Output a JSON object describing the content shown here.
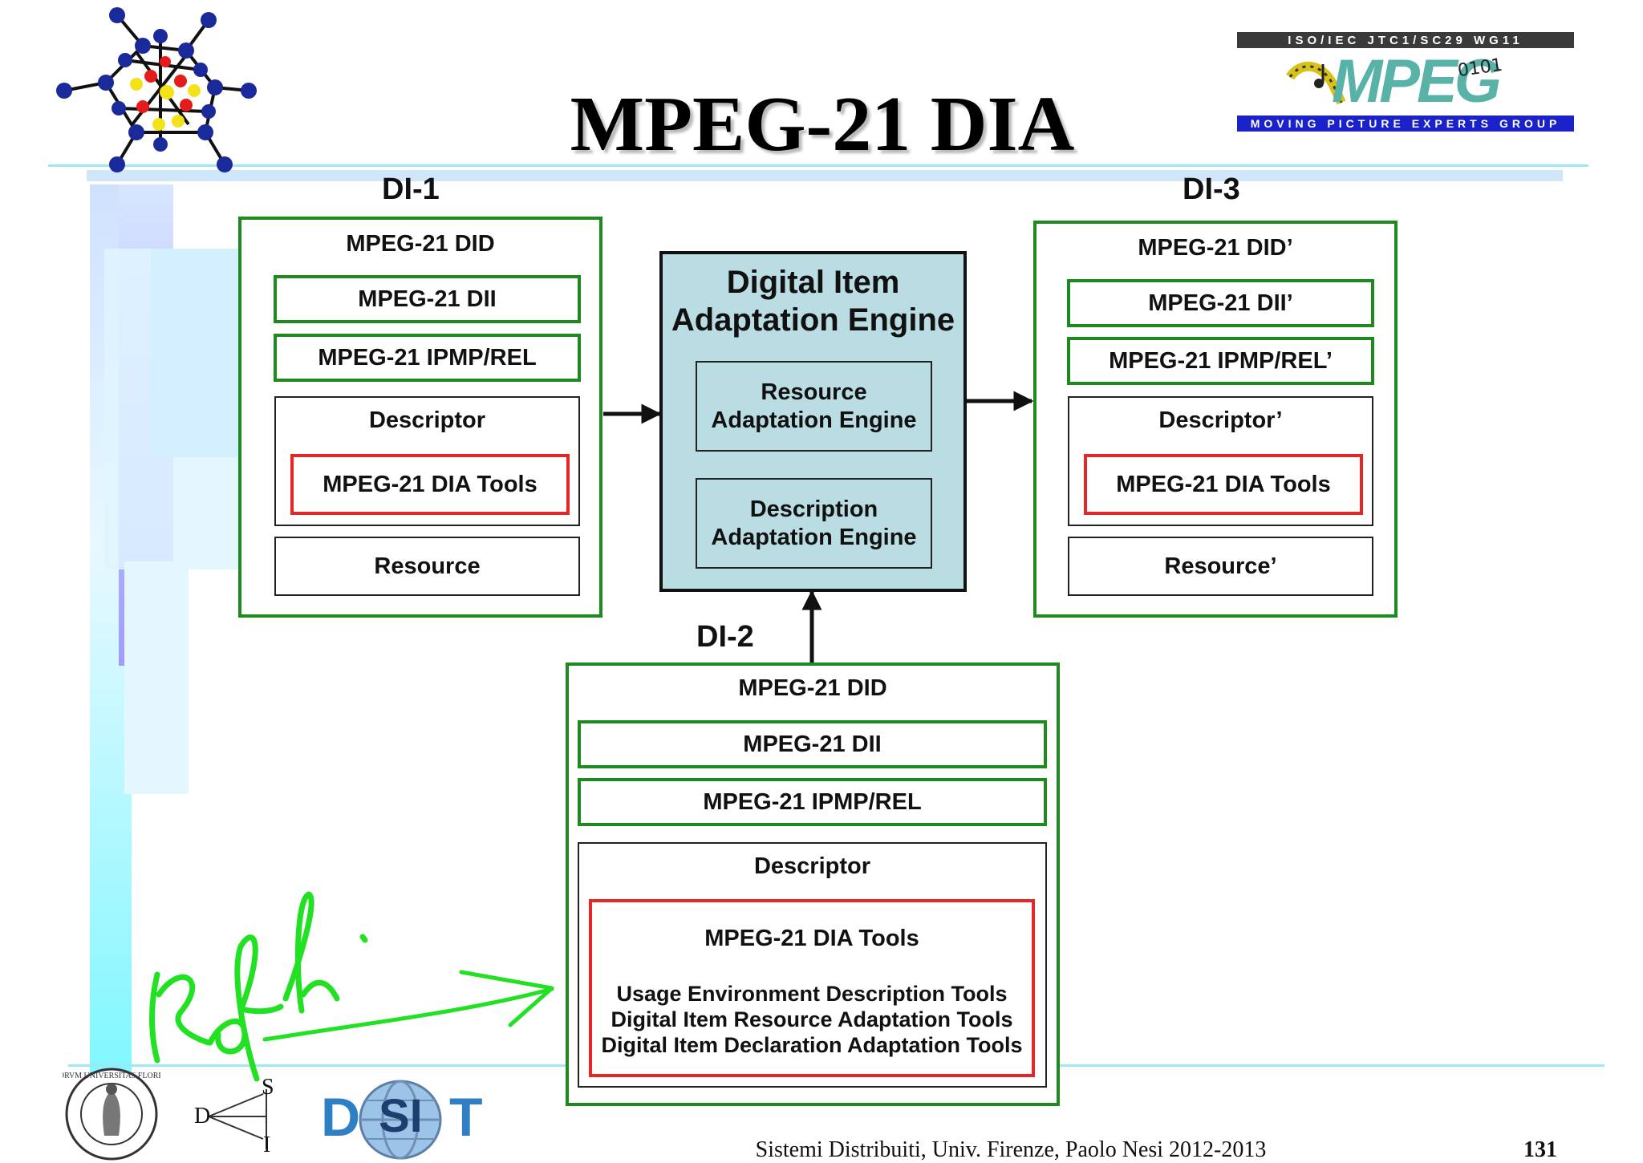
{
  "title": "MPEG-21 DIA",
  "logo": {
    "iso_text": "ISO/IEC JTC1/SC29 WG11",
    "mpeg_text": "MPEG",
    "bits_text": "0101",
    "tag_text": "MOVING PICTURE EXPERTS GROUP"
  },
  "di1": {
    "label": "DI-1",
    "did": "MPEG-21 DID",
    "dii": "MPEG-21 DII",
    "ipmp": "MPEG-21 IPMP/REL",
    "descriptor": "Descriptor",
    "dia_tools": "MPEG-21 DIA Tools",
    "resource": "Resource"
  },
  "di3": {
    "label": "DI-3",
    "did": "MPEG-21 DID’",
    "dii": "MPEG-21 DII’",
    "ipmp": "MPEG-21 IPMP/REL’",
    "descriptor": "Descriptor’",
    "dia_tools": "MPEG-21 DIA Tools",
    "resource": "Resource’"
  },
  "engine": {
    "title_line1": "Digital Item",
    "title_line2": "Adaptation Engine",
    "resource_line1": "Resource",
    "resource_line2": "Adaptation Engine",
    "description_line1": "Description",
    "description_line2": "Adaptation Engine"
  },
  "di2": {
    "label": "DI-2",
    "did": "MPEG-21 DID",
    "dii": "MPEG-21 DII",
    "ipmp": "MPEG-21 IPMP/REL",
    "descriptor": "Descriptor",
    "dia_tools": "MPEG-21 DIA Tools",
    "tool_1": "Usage Environment Description Tools",
    "tool_2": "Digital Item Resource Adaptation Tools",
    "tool_3": "Digital Item Declaration Adaptation Tools"
  },
  "footer": {
    "text": "Sistemi Distribuiti, Univ. Firenze, Paolo Nesi 2012-2013",
    "page": "131",
    "seal_text": "STVDIORVM UNIVERSITAS FLORENTINA",
    "dsi_d": "D",
    "dsi_s": "S",
    "dsi_i": "I",
    "disit_left": "D",
    "disit_mid": "SI",
    "disit_right": "T"
  },
  "colors": {
    "green_border": "#1c8a1c",
    "red_border": "#e32626",
    "engine_fill": "#b9dde2",
    "annotation_green": "#22e022",
    "disit_blue": "#2f7fc4"
  }
}
